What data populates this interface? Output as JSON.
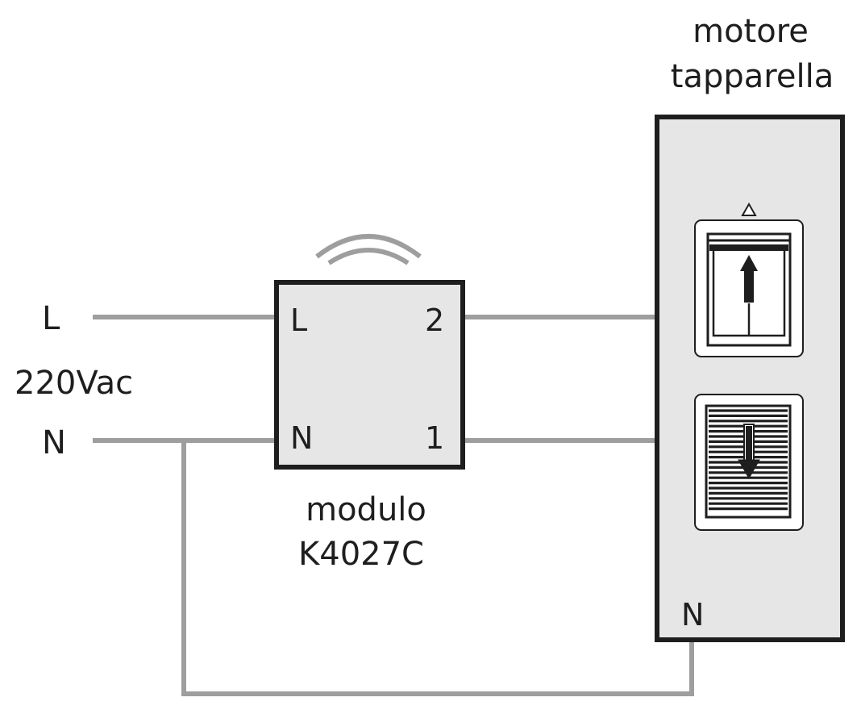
{
  "supply": {
    "line_label": "L",
    "neutral_label": "N",
    "voltage_label": "220Vac"
  },
  "module": {
    "title_line1": "modulo",
    "title_line2": "K4027C",
    "terminal_L": "L",
    "terminal_N": "N",
    "terminal_2": "2",
    "terminal_1": "1"
  },
  "motor": {
    "title_line1": "motore",
    "title_line2": "tapparella",
    "terminal_N": "N"
  },
  "colors": {
    "wire": "#9e9e9e",
    "outline": "#1e1e1e",
    "fill": "#e6e6e6"
  }
}
